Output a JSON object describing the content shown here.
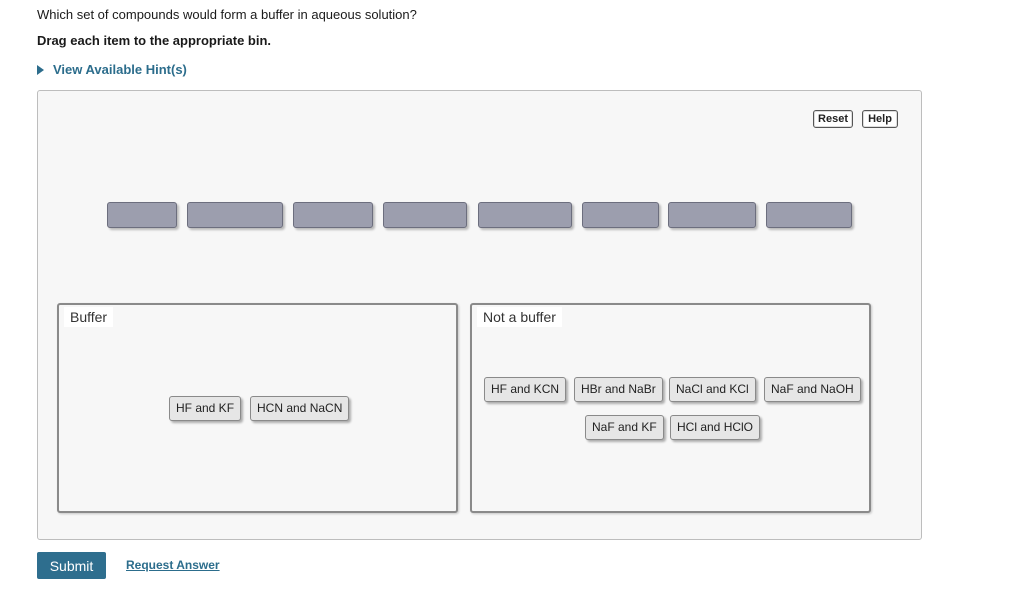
{
  "question": "Which set of compounds would form a buffer in aqueous solution?",
  "instruction": "Drag each item to the appropriate bin.",
  "hint_link": "View Available Hint(s)",
  "toolbar": {
    "reset_label": "Reset",
    "help_label": "Help"
  },
  "colors": {
    "accent": "#2e6e8e",
    "link": "#2c6d8c",
    "slot_fill": "#9c9eae"
  },
  "bins": [
    {
      "label": "Buffer",
      "items": [
        "HF and KF",
        "HCN and NaCN"
      ]
    },
    {
      "label": "Not a buffer",
      "items": [
        "HF and KCN",
        "HBr and NaBr",
        "NaCl and KCl",
        "NaF and NaOH",
        "NaF and KF",
        "HCl and HClO"
      ]
    }
  ],
  "submit_label": "Submit",
  "request_answer_label": "Request Answer"
}
